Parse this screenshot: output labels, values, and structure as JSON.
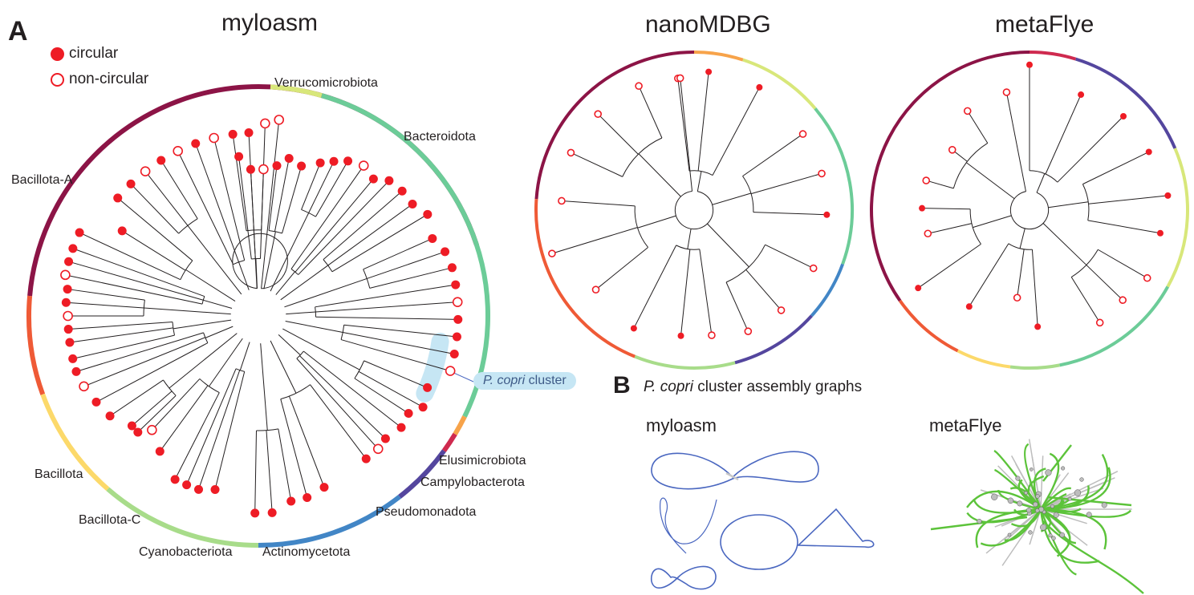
{
  "panel_a": {
    "letter": "A",
    "legend": {
      "circular": "circular",
      "non_circular": "non-circular"
    },
    "marker_color": "#ee1c25",
    "trees": [
      {
        "id": "myloasm",
        "title": "myloasm",
        "phylum_ring": [
          {
            "name": "Bacillota-A",
            "color": "#8c1446",
            "from": 185,
            "to": 342
          },
          {
            "name": "Bacillota",
            "color": "#ef5a36",
            "from": 160,
            "to": 185
          },
          {
            "name": "Bacillota-C",
            "color": "#fcd96a",
            "from": 131,
            "to": 160
          },
          {
            "name": "Cyanobacteriota",
            "color": "#a8dc8a",
            "from": 90,
            "to": 131
          },
          {
            "name": "Actinomycetota",
            "color": "#4286c6",
            "from": 52,
            "to": 90
          },
          {
            "name": "Pseudomonadota",
            "color": "#54469e",
            "from": 36,
            "to": 52
          },
          {
            "name": "Campylobacterota",
            "color": "#cf2a4f",
            "from": 31,
            "to": 36
          },
          {
            "name": "Elusimicrobiota",
            "color": "#f7a34a",
            "from": 26,
            "to": 31
          },
          {
            "name": "Bacteroidota",
            "color": "#6ccc98",
            "from": -74,
            "to": 26
          },
          {
            "name": "Verrucomicrobiota",
            "color": "#d8e77a",
            "from": -87,
            "to": -74
          }
        ],
        "phylum_labels": [
          "Verrucomicrobiota",
          "Bacteroidota",
          "Bacillota-A",
          "Bacillota",
          "Bacillota-C",
          "Cyanobacteriota",
          "Actinomycetota",
          "Pseudomonadota",
          "Campylobacterota",
          "Elusimicrobiota"
        ],
        "leaves": [
          {
            "a": -97,
            "r": 0.7,
            "c": true
          },
          {
            "a": -93,
            "r": 0.64,
            "c": true
          },
          {
            "a": -88,
            "r": 0.64,
            "c": false
          },
          {
            "a": -83,
            "r": 0.66,
            "c": true
          },
          {
            "a": -79,
            "r": 0.7,
            "c": true
          },
          {
            "a": -74,
            "r": 0.68,
            "c": true
          },
          {
            "a": -68,
            "r": 0.72,
            "c": true
          },
          {
            "a": -64,
            "r": 0.75,
            "c": true
          },
          {
            "a": -60,
            "r": 0.78,
            "c": true
          },
          {
            "a": -55,
            "r": 0.8,
            "c": false
          },
          {
            "a": -50,
            "r": 0.78,
            "c": true
          },
          {
            "a": -46,
            "r": 0.82,
            "c": true
          },
          {
            "a": -41,
            "r": 0.83,
            "c": true
          },
          {
            "a": -36,
            "r": 0.83,
            "c": true
          },
          {
            "a": -31,
            "r": 0.86,
            "c": true
          },
          {
            "a": -24,
            "r": 0.83,
            "c": true
          },
          {
            "a": -19,
            "r": 0.86,
            "c": true
          },
          {
            "a": -14,
            "r": 0.87,
            "c": true
          },
          {
            "a": -9,
            "r": 0.87,
            "c": true
          },
          {
            "a": -4,
            "r": 0.87,
            "c": false
          },
          {
            "a": 1,
            "r": 0.87,
            "c": true
          },
          {
            "a": 6,
            "r": 0.87,
            "c": true
          },
          {
            "a": 11,
            "r": 0.87,
            "c": true
          },
          {
            "a": 16,
            "r": 0.87,
            "c": false
          },
          {
            "a": 23,
            "r": 0.8,
            "c": true
          },
          {
            "a": 29,
            "r": 0.82,
            "c": true
          },
          {
            "a": 33,
            "r": 0.78,
            "c": true
          },
          {
            "a": 38,
            "r": 0.79,
            "c": true
          },
          {
            "a": 44,
            "r": 0.77,
            "c": true
          },
          {
            "a": 48,
            "r": 0.78,
            "c": false
          },
          {
            "a": 53,
            "r": 0.78,
            "c": true
          },
          {
            "a": 69,
            "r": 0.8,
            "c": true
          },
          {
            "a": 75,
            "r": 0.82,
            "c": true
          },
          {
            "a": 80,
            "r": 0.82,
            "c": true
          },
          {
            "a": 86,
            "r": 0.86,
            "c": true
          },
          {
            "a": 91,
            "r": 0.86,
            "c": true
          },
          {
            "a": 104,
            "r": 0.78,
            "c": true
          },
          {
            "a": 109,
            "r": 0.8,
            "c": true
          },
          {
            "a": 113,
            "r": 0.8,
            "c": true
          },
          {
            "a": 117,
            "r": 0.8,
            "c": true
          },
          {
            "a": 126,
            "r": 0.73,
            "c": true
          },
          {
            "a": 133,
            "r": 0.68,
            "c": false
          },
          {
            "a": 136,
            "r": 0.73,
            "c": true
          },
          {
            "a": 139,
            "r": 0.73,
            "c": true
          },
          {
            "a": 146,
            "r": 0.78,
            "c": true
          },
          {
            "a": 152,
            "r": 0.8,
            "c": true
          },
          {
            "a": 158,
            "r": 0.82,
            "c": false
          },
          {
            "a": 163,
            "r": 0.83,
            "c": true
          },
          {
            "a": 167,
            "r": 0.83,
            "c": true
          },
          {
            "a": 172,
            "r": 0.83,
            "c": true
          },
          {
            "a": 176,
            "r": 0.83,
            "c": true
          },
          {
            "a": 180,
            "r": 0.83,
            "c": false
          },
          {
            "a": 184,
            "r": 0.84,
            "c": true
          },
          {
            "a": 188,
            "r": 0.84,
            "c": true
          },
          {
            "a": 192,
            "r": 0.86,
            "c": false
          },
          {
            "a": 196,
            "r": 0.86,
            "c": true
          },
          {
            "a": 200,
            "r": 0.86,
            "c": true
          },
          {
            "a": 205,
            "r": 0.86,
            "c": true
          },
          {
            "a": 212,
            "r": 0.7,
            "c": true
          },
          {
            "a": 220,
            "r": 0.8,
            "c": true
          },
          {
            "a": 226,
            "r": 0.8,
            "c": true
          },
          {
            "a": 232,
            "r": 0.8,
            "c": false
          },
          {
            "a": 238,
            "r": 0.8,
            "c": true
          },
          {
            "a": 244,
            "r": 0.8,
            "c": false
          },
          {
            "a": 250,
            "r": 0.8,
            "c": true
          },
          {
            "a": 256,
            "r": 0.8,
            "c": false
          },
          {
            "a": 262,
            "r": 0.8,
            "c": true
          },
          {
            "a": 267,
            "r": 0.8,
            "c": true
          },
          {
            "a": 272,
            "r": 0.84,
            "c": false
          },
          {
            "a": 276,
            "r": 0.86,
            "c": false
          }
        ],
        "highlight": {
          "label_italic": "P. copri",
          "label_rest": " cluster",
          "from": 8,
          "to": 25,
          "color": "#c6e6f4"
        }
      },
      {
        "id": "nanoMDBG",
        "title": "nanoMDBG",
        "phylum_ring": [
          {
            "name": "Bacillota-A",
            "color": "#8c1446",
            "from": 184,
            "to": 270
          },
          {
            "name": "Elusimicrobiota",
            "color": "#f7a34a",
            "from": 270,
            "to": 288
          },
          {
            "name": "Verrucomicrobiota",
            "color": "#d8e77a",
            "from": 288,
            "to": 320
          },
          {
            "name": "Bacteroidota",
            "color": "#6ccc98",
            "from": 320,
            "to": 380
          },
          {
            "name": "Actinomycetota",
            "color": "#4286c6",
            "from": 20,
            "to": 42
          },
          {
            "name": "Pseudomonadota",
            "color": "#54469e",
            "from": 42,
            "to": 75
          },
          {
            "name": "Cyanobacteriota",
            "color": "#a8dc8a",
            "from": 75,
            "to": 112
          },
          {
            "name": "Bacillota",
            "color": "#ef5a36",
            "from": 112,
            "to": 184
          }
        ],
        "leaves": [
          {
            "a": -97,
            "r": 0.84,
            "c": false
          },
          {
            "a": -84,
            "r": 0.88,
            "c": true
          },
          {
            "a": -62,
            "r": 0.88,
            "c": true
          },
          {
            "a": -35,
            "r": 0.84,
            "c": false
          },
          {
            "a": -16,
            "r": 0.84,
            "c": false
          },
          {
            "a": 2,
            "r": 0.84,
            "c": true
          },
          {
            "a": 26,
            "r": 0.84,
            "c": false
          },
          {
            "a": 49,
            "r": 0.84,
            "c": false
          },
          {
            "a": 66,
            "r": 0.84,
            "c": false
          },
          {
            "a": 82,
            "r": 0.8,
            "c": false
          },
          {
            "a": 96,
            "r": 0.8,
            "c": true
          },
          {
            "a": 117,
            "r": 0.84,
            "c": true
          },
          {
            "a": 141,
            "r": 0.8,
            "c": false
          },
          {
            "a": 163,
            "r": 0.94,
            "c": false
          },
          {
            "a": 184,
            "r": 0.84,
            "c": false
          },
          {
            "a": 205,
            "r": 0.86,
            "c": false
          },
          {
            "a": 225,
            "r": 0.86,
            "c": false
          },
          {
            "a": 246,
            "r": 0.86,
            "c": false
          },
          {
            "a": 264,
            "r": 0.84,
            "c": false
          }
        ]
      },
      {
        "id": "metaFlye",
        "title": "metaFlye",
        "phylum_ring": [
          {
            "name": "Bacillota-A",
            "color": "#8c1446",
            "from": 145,
            "to": 270
          },
          {
            "name": "Campylobacterota",
            "color": "#cf2a4f",
            "from": 270,
            "to": 287
          },
          {
            "name": "Pseudomonadota",
            "color": "#54469e",
            "from": 287,
            "to": 337
          },
          {
            "name": "Verrucomicrobiota",
            "color": "#d8e77a",
            "from": 337,
            "to": 389
          },
          {
            "name": "Bacteroidota",
            "color": "#6ccc98",
            "from": 29,
            "to": 79
          },
          {
            "name": "Cyanobacteriota",
            "color": "#a8dc8a",
            "from": 79,
            "to": 97
          },
          {
            "name": "Bacillota-C",
            "color": "#fcd96a",
            "from": 97,
            "to": 117
          },
          {
            "name": "Bacillota",
            "color": "#ef5a36",
            "from": 117,
            "to": 145
          }
        ],
        "leaves": [
          {
            "a": -90,
            "r": 0.92,
            "c": true
          },
          {
            "a": -66,
            "r": 0.8,
            "c": true
          },
          {
            "a": -45,
            "r": 0.84,
            "c": true
          },
          {
            "a": -26,
            "r": 0.84,
            "c": true
          },
          {
            "a": -6,
            "r": 0.88,
            "c": true
          },
          {
            "a": 10,
            "r": 0.84,
            "c": true
          },
          {
            "a": 30,
            "r": 0.86,
            "c": false
          },
          {
            "a": 44,
            "r": 0.82,
            "c": false
          },
          {
            "a": 58,
            "r": 0.84,
            "c": false
          },
          {
            "a": 86,
            "r": 0.74,
            "c": true
          },
          {
            "a": 98,
            "r": 0.56,
            "c": false
          },
          {
            "a": 122,
            "r": 0.72,
            "c": true
          },
          {
            "a": 145,
            "r": 0.86,
            "c": true
          },
          {
            "a": 167,
            "r": 0.66,
            "c": false
          },
          {
            "a": 181,
            "r": 0.68,
            "c": true
          },
          {
            "a": 196,
            "r": 0.68,
            "c": false
          },
          {
            "a": 218,
            "r": 0.62,
            "c": false
          },
          {
            "a": 238,
            "r": 0.74,
            "c": false
          },
          {
            "a": 259,
            "r": 0.76,
            "c": false
          }
        ]
      }
    ]
  },
  "panel_b": {
    "letter": "B",
    "title_italic": "P. copri",
    "title_rest": " cluster assembly graphs",
    "graphs": [
      {
        "title": "myloasm",
        "edge_color": "#4a67c0"
      },
      {
        "title": "metaFlye",
        "edge_color": "#5cc33a",
        "node_color": "#bdbdbd"
      }
    ]
  }
}
